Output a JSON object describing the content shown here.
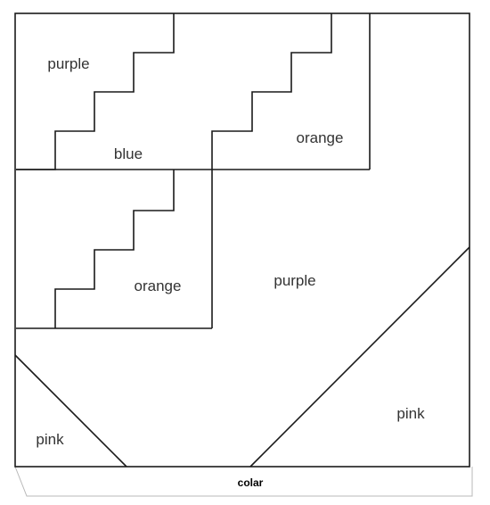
{
  "regions": {
    "purple_top_left": "purple",
    "blue_center": "blue",
    "orange_top_right": "orange",
    "orange_lower": "orange",
    "purple_right": "purple",
    "pink_left": "pink",
    "pink_right": "pink"
  },
  "caption": "colar",
  "colors": {
    "line": "#1a1a1a",
    "border": "#9a9a9a",
    "shadow_line": "#b8b8b8"
  }
}
